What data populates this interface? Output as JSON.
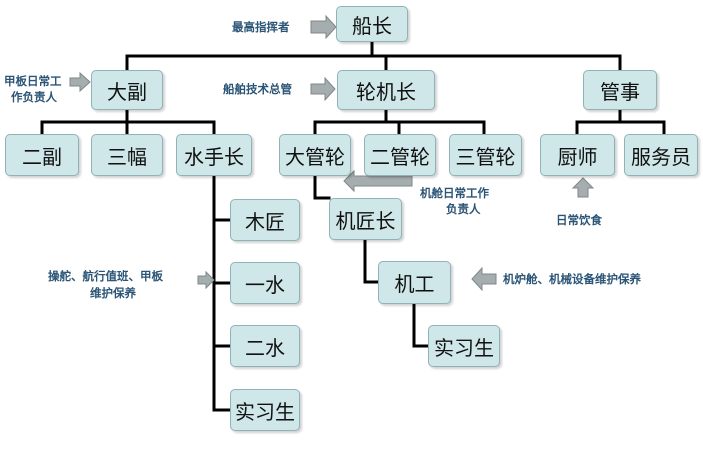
{
  "nodes": {
    "captain": "船长",
    "chief_mate": "大副",
    "chief_engineer": "轮机长",
    "purser": "管事",
    "second_mate": "二副",
    "third_mate": "三幅",
    "boatswain": "水手长",
    "first_engineer": "大管轮",
    "second_engineer": "二管轮",
    "third_engineer": "三管轮",
    "cook": "厨师",
    "steward": "服务员",
    "carpenter": "木匠",
    "able_seaman": "一水",
    "ordinary_seaman": "二水",
    "deck_cadet": "实习生",
    "fitter": "机匠长",
    "motorman": "机工",
    "engine_cadet": "实习生"
  },
  "notes": {
    "captain": "最高指挥者",
    "chief_mate_l1": "甲板日常工",
    "chief_mate_l2": "作负责人",
    "chief_engineer": "船舶技术总管",
    "engine_room_l1": "机舱日常工作",
    "engine_room_l2": "负责人",
    "daily_food": "日常饮食",
    "deck_duty_l1": "操舵、航行值班、甲板",
    "deck_duty_l2": "维护保养",
    "machinery": "机炉舱、机械设备维护保养"
  },
  "colors": {
    "box_fill": "#cfe7e8",
    "box_border": "#8fb3b6",
    "note_text": "#2b5577",
    "line": "#000000",
    "arrow": "#8c9596"
  }
}
